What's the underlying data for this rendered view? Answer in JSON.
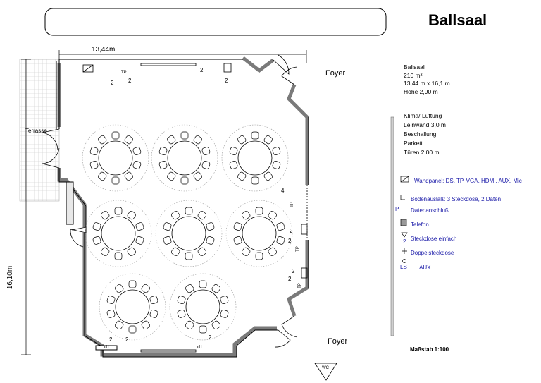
{
  "header": {
    "title": "Ballsaal"
  },
  "room_info": {
    "name": "Ballsaal",
    "area": "210 m²",
    "size": "13,44 m x 16,1 m",
    "height": "Höhe 2,90 m"
  },
  "features": [
    "Klima/ Lüftung",
    "Leinwand 3,0 m",
    "Beschallung",
    "Parkett",
    "Türen 2,00 m"
  ],
  "legend": [
    {
      "key": "panel",
      "label": "Wandpanel: DS, TP, VGA, HDMI, AUX, Mic"
    },
    {
      "key": "floor",
      "label": "Bodenauslaß:  3 Steckdose, 2 Daten"
    },
    {
      "key": "data",
      "label": "Datenanschluß"
    },
    {
      "key": "phone",
      "label": "Telefon"
    },
    {
      "key": "single",
      "label": "Steckdose einfach"
    },
    {
      "key": "double",
      "label": "Doppelsteckdose"
    },
    {
      "key": "aux",
      "label": "AUX"
    }
  ],
  "legend_symbols": {
    "data": "P",
    "single": "2",
    "aux": "LS"
  },
  "labels": {
    "foyer_top": "Foyer",
    "foyer_bottom": "Foyer",
    "terrace": "Terrasse",
    "width_dim": "13,44m",
    "height_dim": "16,10m",
    "wc": "WC",
    "scale": "Maßstab  1:100"
  },
  "outlet_marks": {
    "top_left": "2",
    "top_mid": "2",
    "top_r1": "2",
    "top_r2": "2",
    "right_4": "4",
    "right_2a": "2",
    "right_2b": "2",
    "right_2c": "2",
    "right_2d": "2",
    "bottom_l1": "2",
    "bottom_l2": "2",
    "bottom_r": "2",
    "tp": "TP"
  },
  "tables": {
    "count": 8,
    "chairs_per_table": 10
  },
  "colors": {
    "wall": "#7a7a7a",
    "ink": "#000000",
    "legend_text": "#1a1aa8",
    "terrace_grid": "#c8c8c8"
  }
}
